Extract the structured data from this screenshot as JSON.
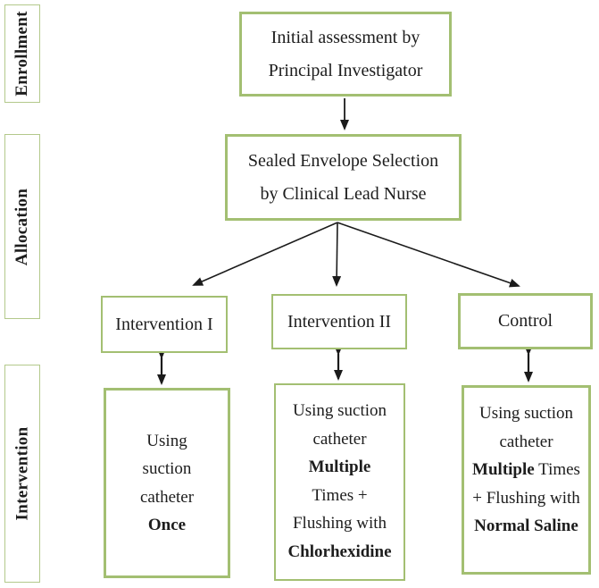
{
  "colors": {
    "box_border_green": "#a3bf72",
    "label_border_green": "#b3c98b",
    "arrow_black": "#1b1b1b",
    "text": "#1d1d1d"
  },
  "stages": [
    {
      "label": "Enrollment"
    },
    {
      "label": "Allocation"
    },
    {
      "label": "Intervention"
    }
  ],
  "nodes": {
    "initial": {
      "line1": "Initial assessment by",
      "line2": "Principal Investigator"
    },
    "sealed": {
      "line1": "Sealed Envelope Selection",
      "line2": "by Clinical Lead Nurse"
    }
  },
  "arms": [
    {
      "title": "Intervention I",
      "detail_lines": [
        [
          {
            "t": "Using"
          }
        ],
        [
          {
            "t": "suction"
          }
        ],
        [
          {
            "t": "catheter"
          }
        ],
        [
          {
            "t": "Once",
            "b": true
          }
        ]
      ]
    },
    {
      "title": "Intervention II",
      "detail_lines": [
        [
          {
            "t": "Using suction"
          }
        ],
        [
          {
            "t": "catheter"
          }
        ],
        [
          {
            "t": "Multiple",
            "b": true
          }
        ],
        [
          {
            "t": "Times +"
          }
        ],
        [
          {
            "t": "Flushing with"
          }
        ],
        [
          {
            "t": "Chlorhexidine",
            "b": true
          }
        ]
      ]
    },
    {
      "title": "Control",
      "detail_lines": [
        [
          {
            "t": "Using suction"
          }
        ],
        [
          {
            "t": "catheter"
          }
        ],
        [
          {
            "t": "Multiple",
            "b": true
          },
          {
            "t": " Times"
          }
        ],
        [
          {
            "t": "+ Flushing with"
          }
        ],
        [
          {
            "t": "Normal Saline",
            "b": true
          }
        ]
      ]
    }
  ]
}
